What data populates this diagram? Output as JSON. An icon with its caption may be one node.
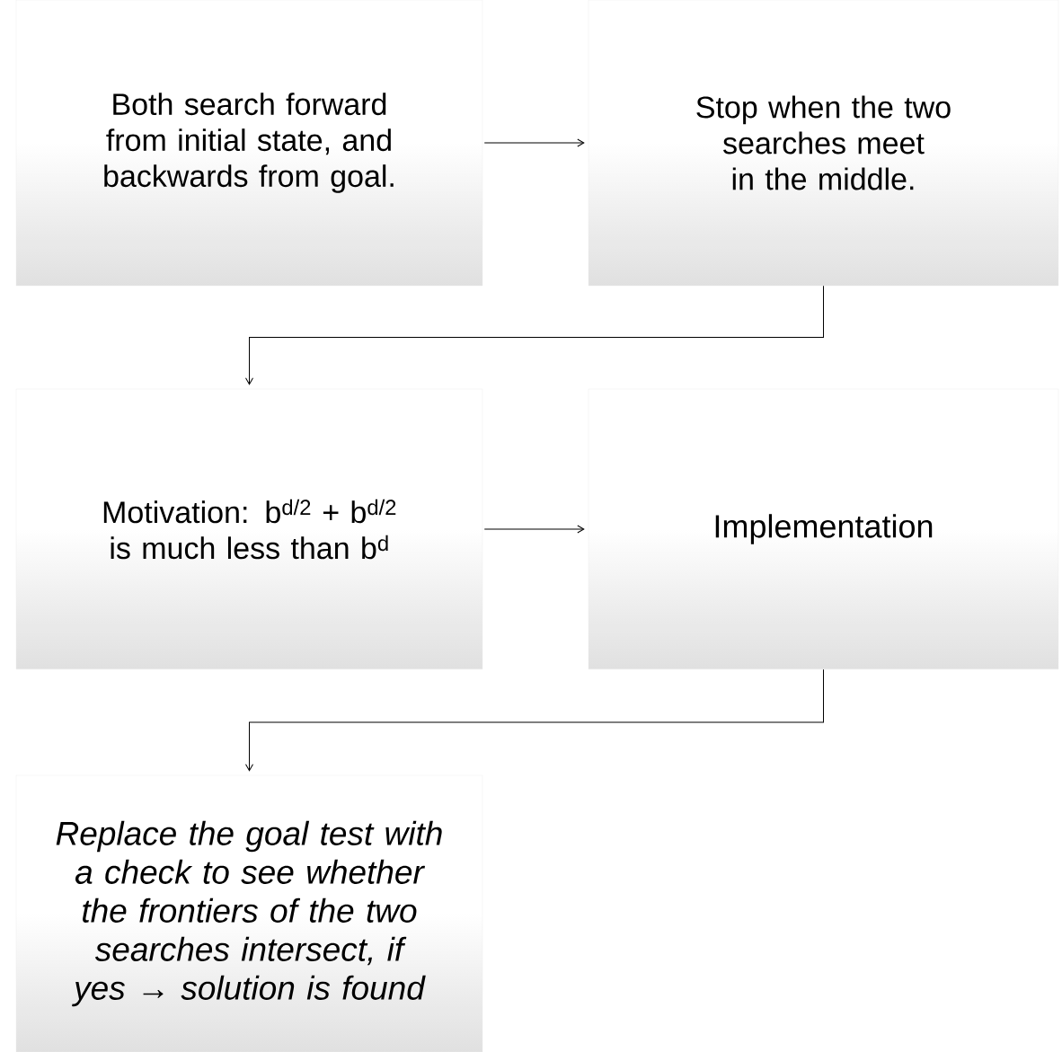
{
  "diagram": {
    "nodes": [
      {
        "text": [
          "Both search forward from initial state, and backwards from goal."
        ]
      },
      {
        "text": [
          "Stop when the two searches meet in the middle."
        ]
      },
      {
        "text": [
          "Motivation: b$^{d/2}$ + b$^{d/2}$ is much less than b$^{d}$"
        ]
      },
      {
        "text": [
          "Implementation"
        ]
      },
      {
        "text": [
          "Replace the goal test with a check to see whether the frontiers of the two searches intersect, if yes → solution is found"
        ]
      }
    ],
    "edges": [
      {
        "from": 0,
        "to": 1,
        "arrow": "to"
      },
      {
        "from": 1,
        "to": 2,
        "arrow": "to"
      },
      {
        "from": 2,
        "to": 3,
        "arrow": "to"
      },
      {
        "from": 3,
        "to": 4,
        "arrow": "to"
      }
    ]
  }
}
